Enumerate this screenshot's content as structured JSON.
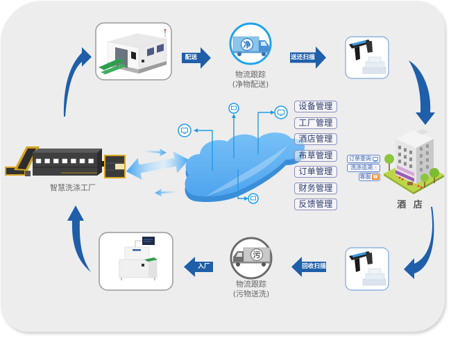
{
  "diagram": {
    "factory": {
      "label": "智慧洗涤工厂"
    },
    "top_flow": {
      "deliver_arrow": {
        "label": "配送",
        "direction": "right"
      },
      "clean_logistics": {
        "badge": "净",
        "title": "物流跟踪",
        "subtitle": "(净物配送)"
      },
      "return_scan_arrow": {
        "label": "送还扫描",
        "direction": "right"
      }
    },
    "bottom_flow": {
      "recycle_scan_arrow": {
        "label": "回收扫描",
        "direction": "left"
      },
      "dirty_logistics": {
        "badge": "污",
        "title": "物流跟踪",
        "subtitle": "(污物送洗)"
      },
      "enter_factory_arrow": {
        "label": "入厂",
        "direction": "left"
      }
    },
    "hotel": {
      "label": "酒 店",
      "services": [
        {
          "label": "订单查询",
          "icon": "monitor-icon"
        },
        {
          "label": "洗涤追溯",
          "icon": "touch-icon"
        },
        {
          "label": "客服",
          "icon": "phone-icon"
        }
      ]
    },
    "cloud_platform": {
      "modules": [
        "设备管理",
        "工厂管理",
        "酒店管理",
        "布草管理",
        "订单管理",
        "财务管理",
        "反馈管理"
      ],
      "endpoint_icons": [
        "monitor-icon",
        "monitor-icon",
        "monitor-icon",
        "monitor-icon"
      ]
    },
    "cycle_arrows": [
      "up-right",
      "down",
      "down-left",
      "up"
    ],
    "icons": {
      "service_touch_glyph": "☝",
      "service_phone_glyph": "☎"
    }
  },
  "colors": {
    "flow_arrow": "#1f5ea9",
    "cloud_top": "#5aaef0",
    "cloud_side": "#3a8ed8",
    "clean_ring": "#1fa3ea",
    "dirty_ring": "#6b6b6b",
    "module_border": "#8b8dbd",
    "panel_bg": "#ededed",
    "link": "#1e9be8"
  }
}
